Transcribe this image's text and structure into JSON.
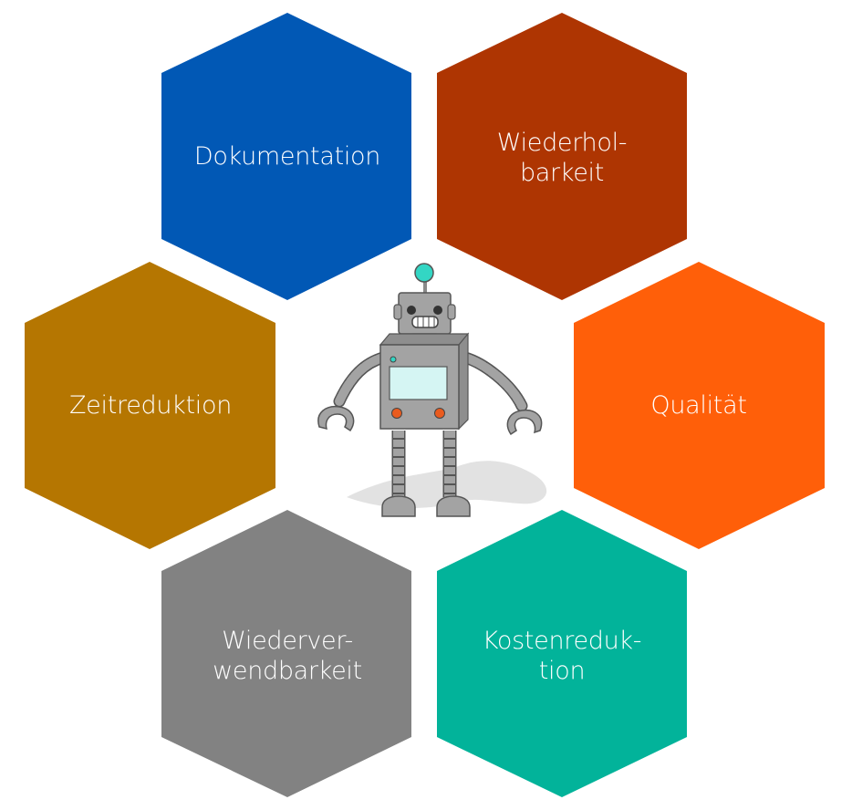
{
  "hexagons": [
    {
      "id": "dokumentation",
      "lines": [
        "Dokumentation"
      ],
      "color": "#0158b5"
    },
    {
      "id": "wiederholbarkeit",
      "lines": [
        "Wiederhol-",
        "barkeit"
      ],
      "color": "#ae3502"
    },
    {
      "id": "zeitreduktion",
      "lines": [
        "Zeitreduktion"
      ],
      "color": "#b57601"
    },
    {
      "id": "qualitaet",
      "lines": [
        "Qualität"
      ],
      "color": "#ff5f09"
    },
    {
      "id": "wiederverwendbarkeit",
      "lines": [
        "Wiederver-",
        "wendbarkeit"
      ],
      "color": "#828282"
    },
    {
      "id": "kostenreduktion",
      "lines": [
        "Kostenreduk-",
        "tion"
      ],
      "color": "#02b39a"
    }
  ],
  "robot": {
    "antenna_color": "#33d6c4",
    "screen_color": "#d5f5f3",
    "button_color": "#ea5b1e",
    "body_color": "#a3a3a3"
  }
}
